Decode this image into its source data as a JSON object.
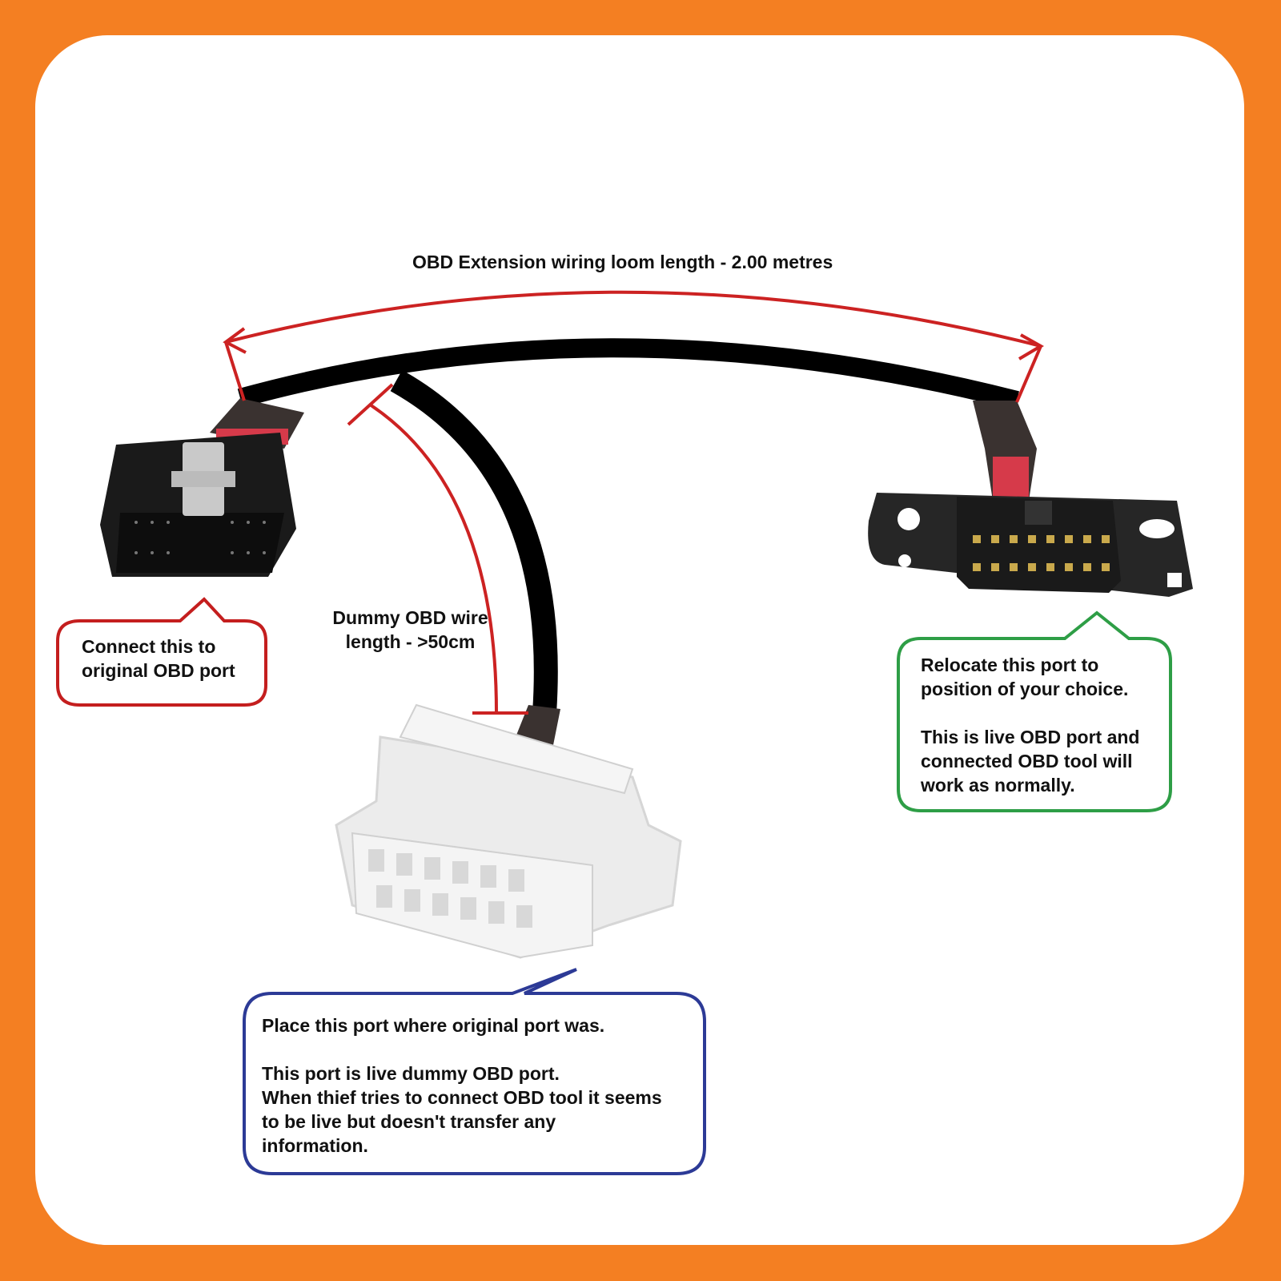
{
  "loom_length_label": "OBD Extension wiring loom length - 2.00 metres",
  "dummy_wire": {
    "line1": "Dummy OBD wire",
    "line2": "length - >50cm"
  },
  "callout_original": {
    "line1": "Connect this to",
    "line2": "original OBD port"
  },
  "callout_relocate": {
    "p1_line1": "Relocate this port to",
    "p1_line2": "position of your choice.",
    "p2_line1": "This is live OBD port and",
    "p2_line2": "connected OBD tool will",
    "p2_line3": "work as normally."
  },
  "callout_dummy": {
    "p1": "Place this port where original port was.",
    "p2_line1": "This port is live dummy OBD port.",
    "p2_line2": "When thief tries to connect OBD tool it seems",
    "p2_line3": "to be live but doesn't transfer any",
    "p2_line4": "information."
  },
  "colors": {
    "frame": "#f47f22",
    "dimension_line": "#cc2222",
    "callout_red": "#c41e1e",
    "callout_green": "#2e9e46",
    "callout_blue": "#2c3a96",
    "cable": "#000000"
  },
  "icons": [
    "male-obd-connector-icon",
    "female-obd-port-icon",
    "dummy-obd-port-icon"
  ]
}
